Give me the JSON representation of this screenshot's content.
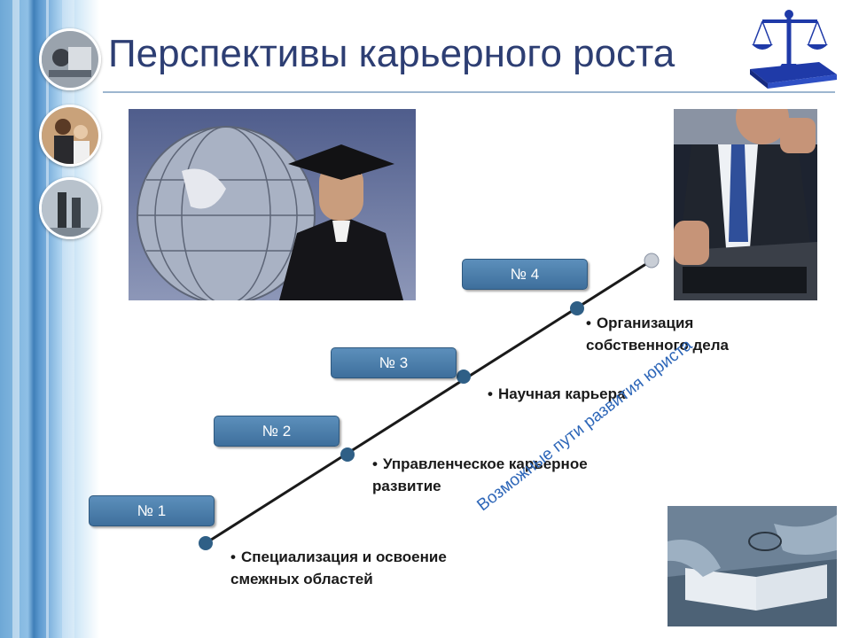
{
  "title": "Перспективы карьерного роста",
  "steps": [
    {
      "label": "№ 1",
      "text_line1": "Специализация и освоение",
      "text_line2": "смежных областей"
    },
    {
      "label": "№ 2",
      "text_line1": "Управленческое карьерное",
      "text_line2": "развитие"
    },
    {
      "label": "№ 3",
      "text_line1": "Научная карьера",
      "text_line2": ""
    },
    {
      "label": "№ 4",
      "text_line1": "Организация",
      "text_line2": "собственного дела"
    }
  ],
  "bullet": "•",
  "rotated_caption": "Возможные пути развития юриста",
  "colors": {
    "title": "#2d3e73",
    "step_box": "#4a7eab",
    "node": "#2f5f86",
    "end_node": "#c9ced6",
    "caption": "#2d66b8"
  }
}
